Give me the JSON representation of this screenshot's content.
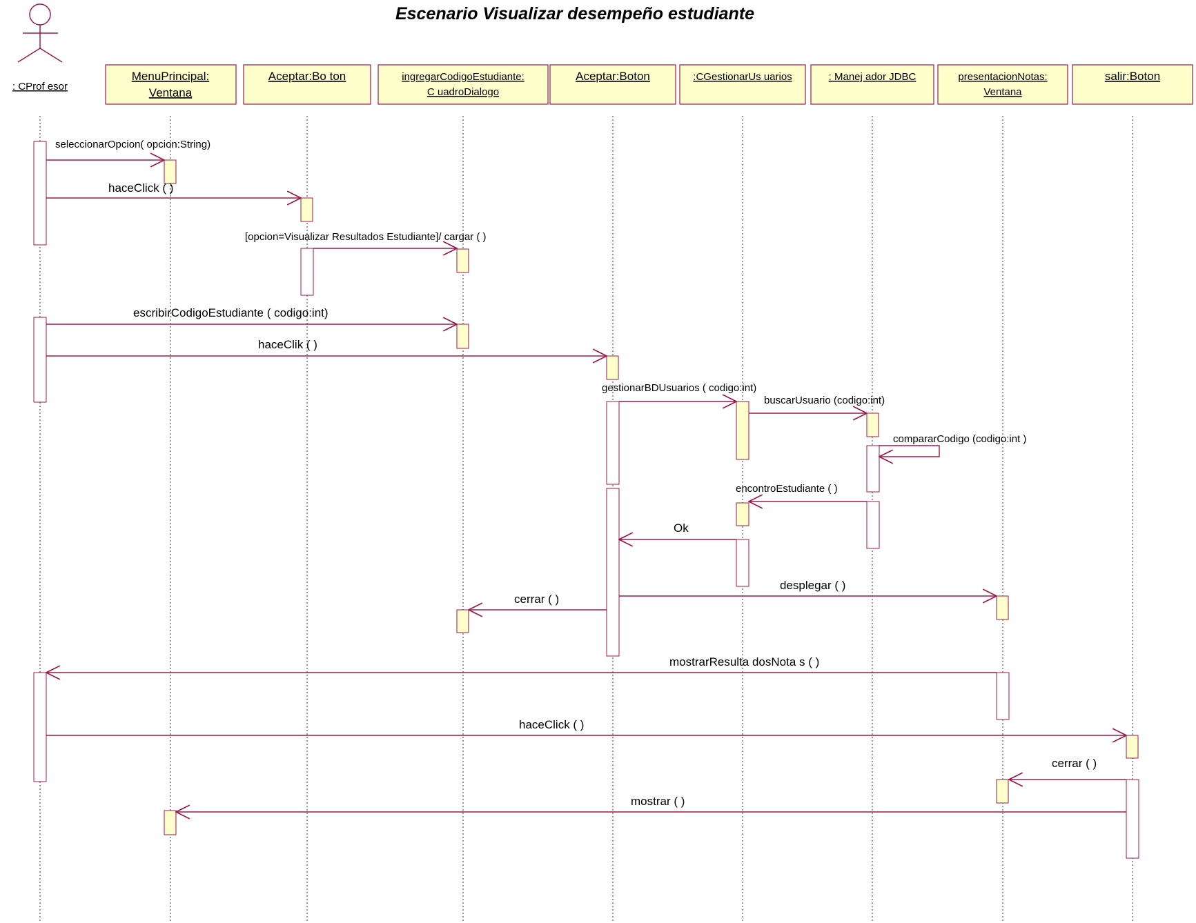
{
  "title": "Escenario  Visualizar desempeño estudiante",
  "colors": {
    "line": "#9b1a4a",
    "box_fill": "#ffffcc",
    "activation_fill": "#ffffcc",
    "lifeline": "#333333"
  },
  "actor": {
    "label": ": CProf esor",
    "icon": "stick-figure-icon"
  },
  "objects": [
    {
      "id": "menu",
      "line1": "MenuPrincipal:",
      "line2": "Ventana"
    },
    {
      "id": "aceptar1",
      "line1": "Aceptar:Bo ton",
      "line2": ""
    },
    {
      "id": "dialogo",
      "line1": "ingregarCodigoEstudiante:",
      "line2": "C uadroDialogo"
    },
    {
      "id": "aceptar2",
      "line1": "Aceptar:Boton",
      "line2": ""
    },
    {
      "id": "gestionar",
      "line1": ":CGestionarUs uarios",
      "line2": ""
    },
    {
      "id": "jdbc",
      "line1": ": Manej ador JDBC",
      "line2": ""
    },
    {
      "id": "presentacion",
      "line1": "presentacionNotas:",
      "line2": "Ventana"
    },
    {
      "id": "salir",
      "line1": "salir:Boton",
      "line2": ""
    }
  ],
  "messages": [
    {
      "id": "m1",
      "label": "seleccionarOpcion( opcion:String)",
      "from": "actor",
      "to": "menu"
    },
    {
      "id": "m2",
      "label": "haceClick ( )",
      "from": "actor",
      "to": "aceptar1"
    },
    {
      "id": "m3",
      "label": "[opcion=Visualizar Resultados Estudiante]/ cargar ( )",
      "from": "aceptar1",
      "to": "dialogo"
    },
    {
      "id": "m4",
      "label": "escribirCodigoEstudiante ( codigo:int)",
      "from": "actor",
      "to": "dialogo"
    },
    {
      "id": "m5",
      "label": "haceClik ( )",
      "from": "actor",
      "to": "aceptar2"
    },
    {
      "id": "m6",
      "label": "gestionarBDUsuarios ( codigo:int)",
      "from": "aceptar2",
      "to": "gestionar"
    },
    {
      "id": "m7",
      "label": "buscarUsuario (codigo:int)",
      "from": "gestionar",
      "to": "jdbc"
    },
    {
      "id": "m8",
      "label": "compararCodigo (codigo:int )",
      "from": "jdbc",
      "to": "jdbc"
    },
    {
      "id": "m9",
      "label": "encontroEstudiante ( )",
      "from": "jdbc",
      "to": "gestionar"
    },
    {
      "id": "m10",
      "label": "Ok",
      "from": "gestionar",
      "to": "aceptar2"
    },
    {
      "id": "m11",
      "label": "desplegar ( )",
      "from": "aceptar2",
      "to": "presentacion"
    },
    {
      "id": "m12",
      "label": "cerrar ( )",
      "from": "aceptar2",
      "to": "dialogo"
    },
    {
      "id": "m13",
      "label": "mostrarResulta dosNota s ( )",
      "from": "presentacion",
      "to": "actor"
    },
    {
      "id": "m14",
      "label": "haceClick ( )",
      "from": "actor",
      "to": "salir"
    },
    {
      "id": "m15",
      "label": "cerrar ( )",
      "from": "salir",
      "to": "presentacion"
    },
    {
      "id": "m16",
      "label": "mostrar ( )",
      "from": "salir",
      "to": "menu"
    }
  ]
}
